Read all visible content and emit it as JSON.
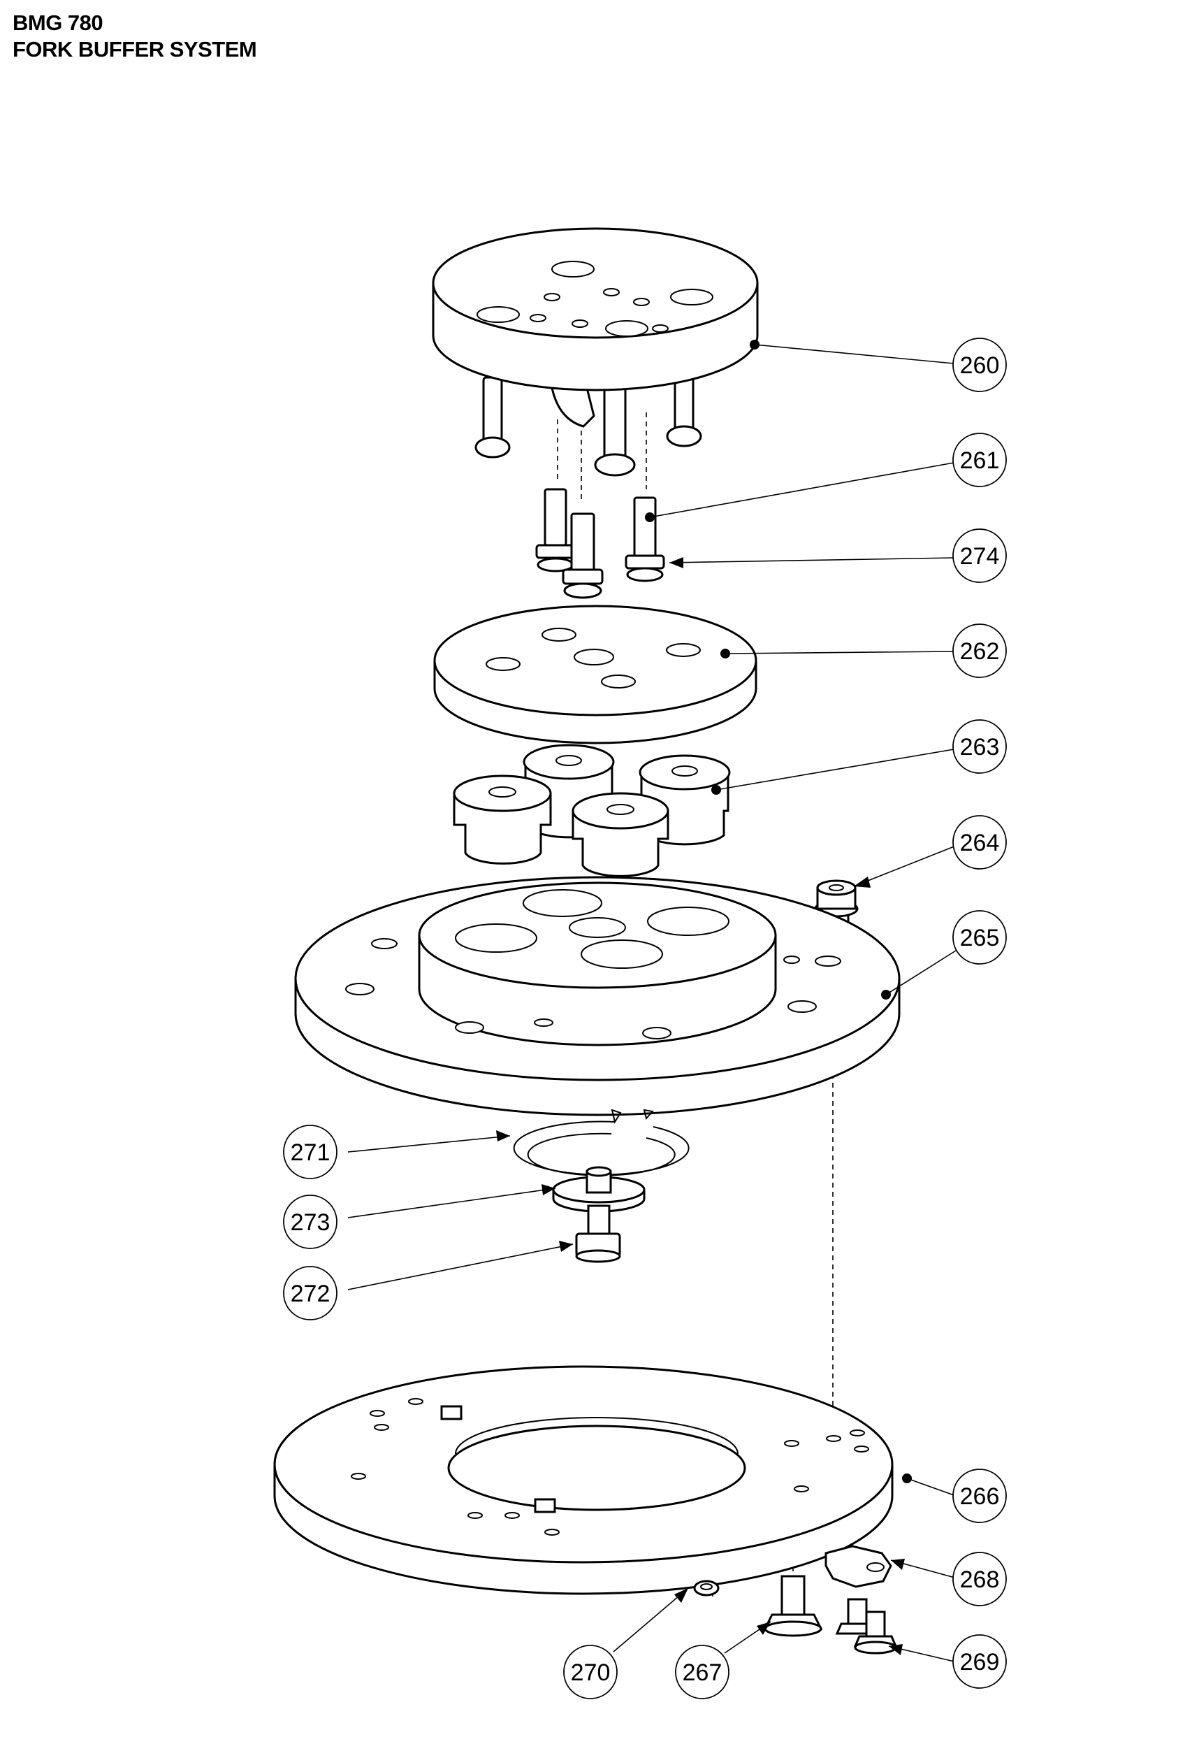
{
  "header": {
    "model": "BMG 780",
    "title": "FORK BUFFER SYSTEM"
  },
  "callouts": [
    {
      "id": "c260",
      "label": "260"
    },
    {
      "id": "c261",
      "label": "261"
    },
    {
      "id": "c274",
      "label": "274"
    },
    {
      "id": "c262",
      "label": "262"
    },
    {
      "id": "c263",
      "label": "263"
    },
    {
      "id": "c264",
      "label": "264"
    },
    {
      "id": "c265",
      "label": "265"
    },
    {
      "id": "c271",
      "label": "271"
    },
    {
      "id": "c273",
      "label": "273"
    },
    {
      "id": "c272",
      "label": "272"
    },
    {
      "id": "c266",
      "label": "266"
    },
    {
      "id": "c268",
      "label": "268"
    },
    {
      "id": "c269",
      "label": "269"
    },
    {
      "id": "c270",
      "label": "270"
    },
    {
      "id": "c267",
      "label": "267"
    }
  ]
}
